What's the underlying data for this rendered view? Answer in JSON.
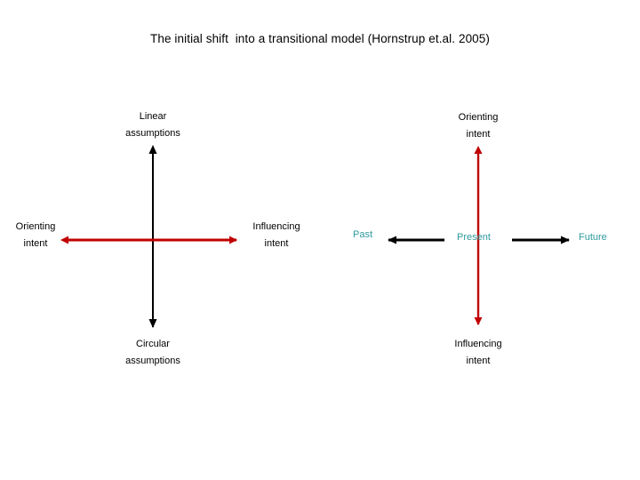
{
  "slide": {
    "title": "The initial shift  into a transitional model (Hornstrup et.al. 2005)",
    "background_color": "#FFFFFF"
  },
  "colors": {
    "text": "#000000",
    "red_arrow": "#C00000",
    "black_arrow": "#000000",
    "teal_text": "#2E9A9E"
  },
  "left_diagram": {
    "name": "linear-circular-cross",
    "top_label": {
      "line1": "Linear",
      "line2": "assumptions"
    },
    "left_label": {
      "line1": "Orienting",
      "line2": "intent"
    },
    "right_label": {
      "line1": "Influencing",
      "line2": "intent"
    },
    "bottom_label": {
      "line1": "Circular",
      "line2": "assumptions"
    },
    "vertical_axis": {
      "color": "#000000",
      "heads": "both"
    },
    "horizontal_axis": {
      "color": "#C00000",
      "heads": "both"
    }
  },
  "right_diagram": {
    "name": "past-present-future-cross",
    "top_label": {
      "line1": "Orienting",
      "line2": "intent"
    },
    "bottom_label": {
      "line1": "Influencing",
      "line2": "intent"
    },
    "past_label": "Past",
    "present_label": "Present",
    "future_label": "Future",
    "vertical_axis": {
      "color": "#C00000",
      "heads": "both"
    },
    "left_arrow": {
      "color": "#000000",
      "heads": "left"
    },
    "right_arrow": {
      "color": "#000000",
      "heads": "right"
    }
  }
}
